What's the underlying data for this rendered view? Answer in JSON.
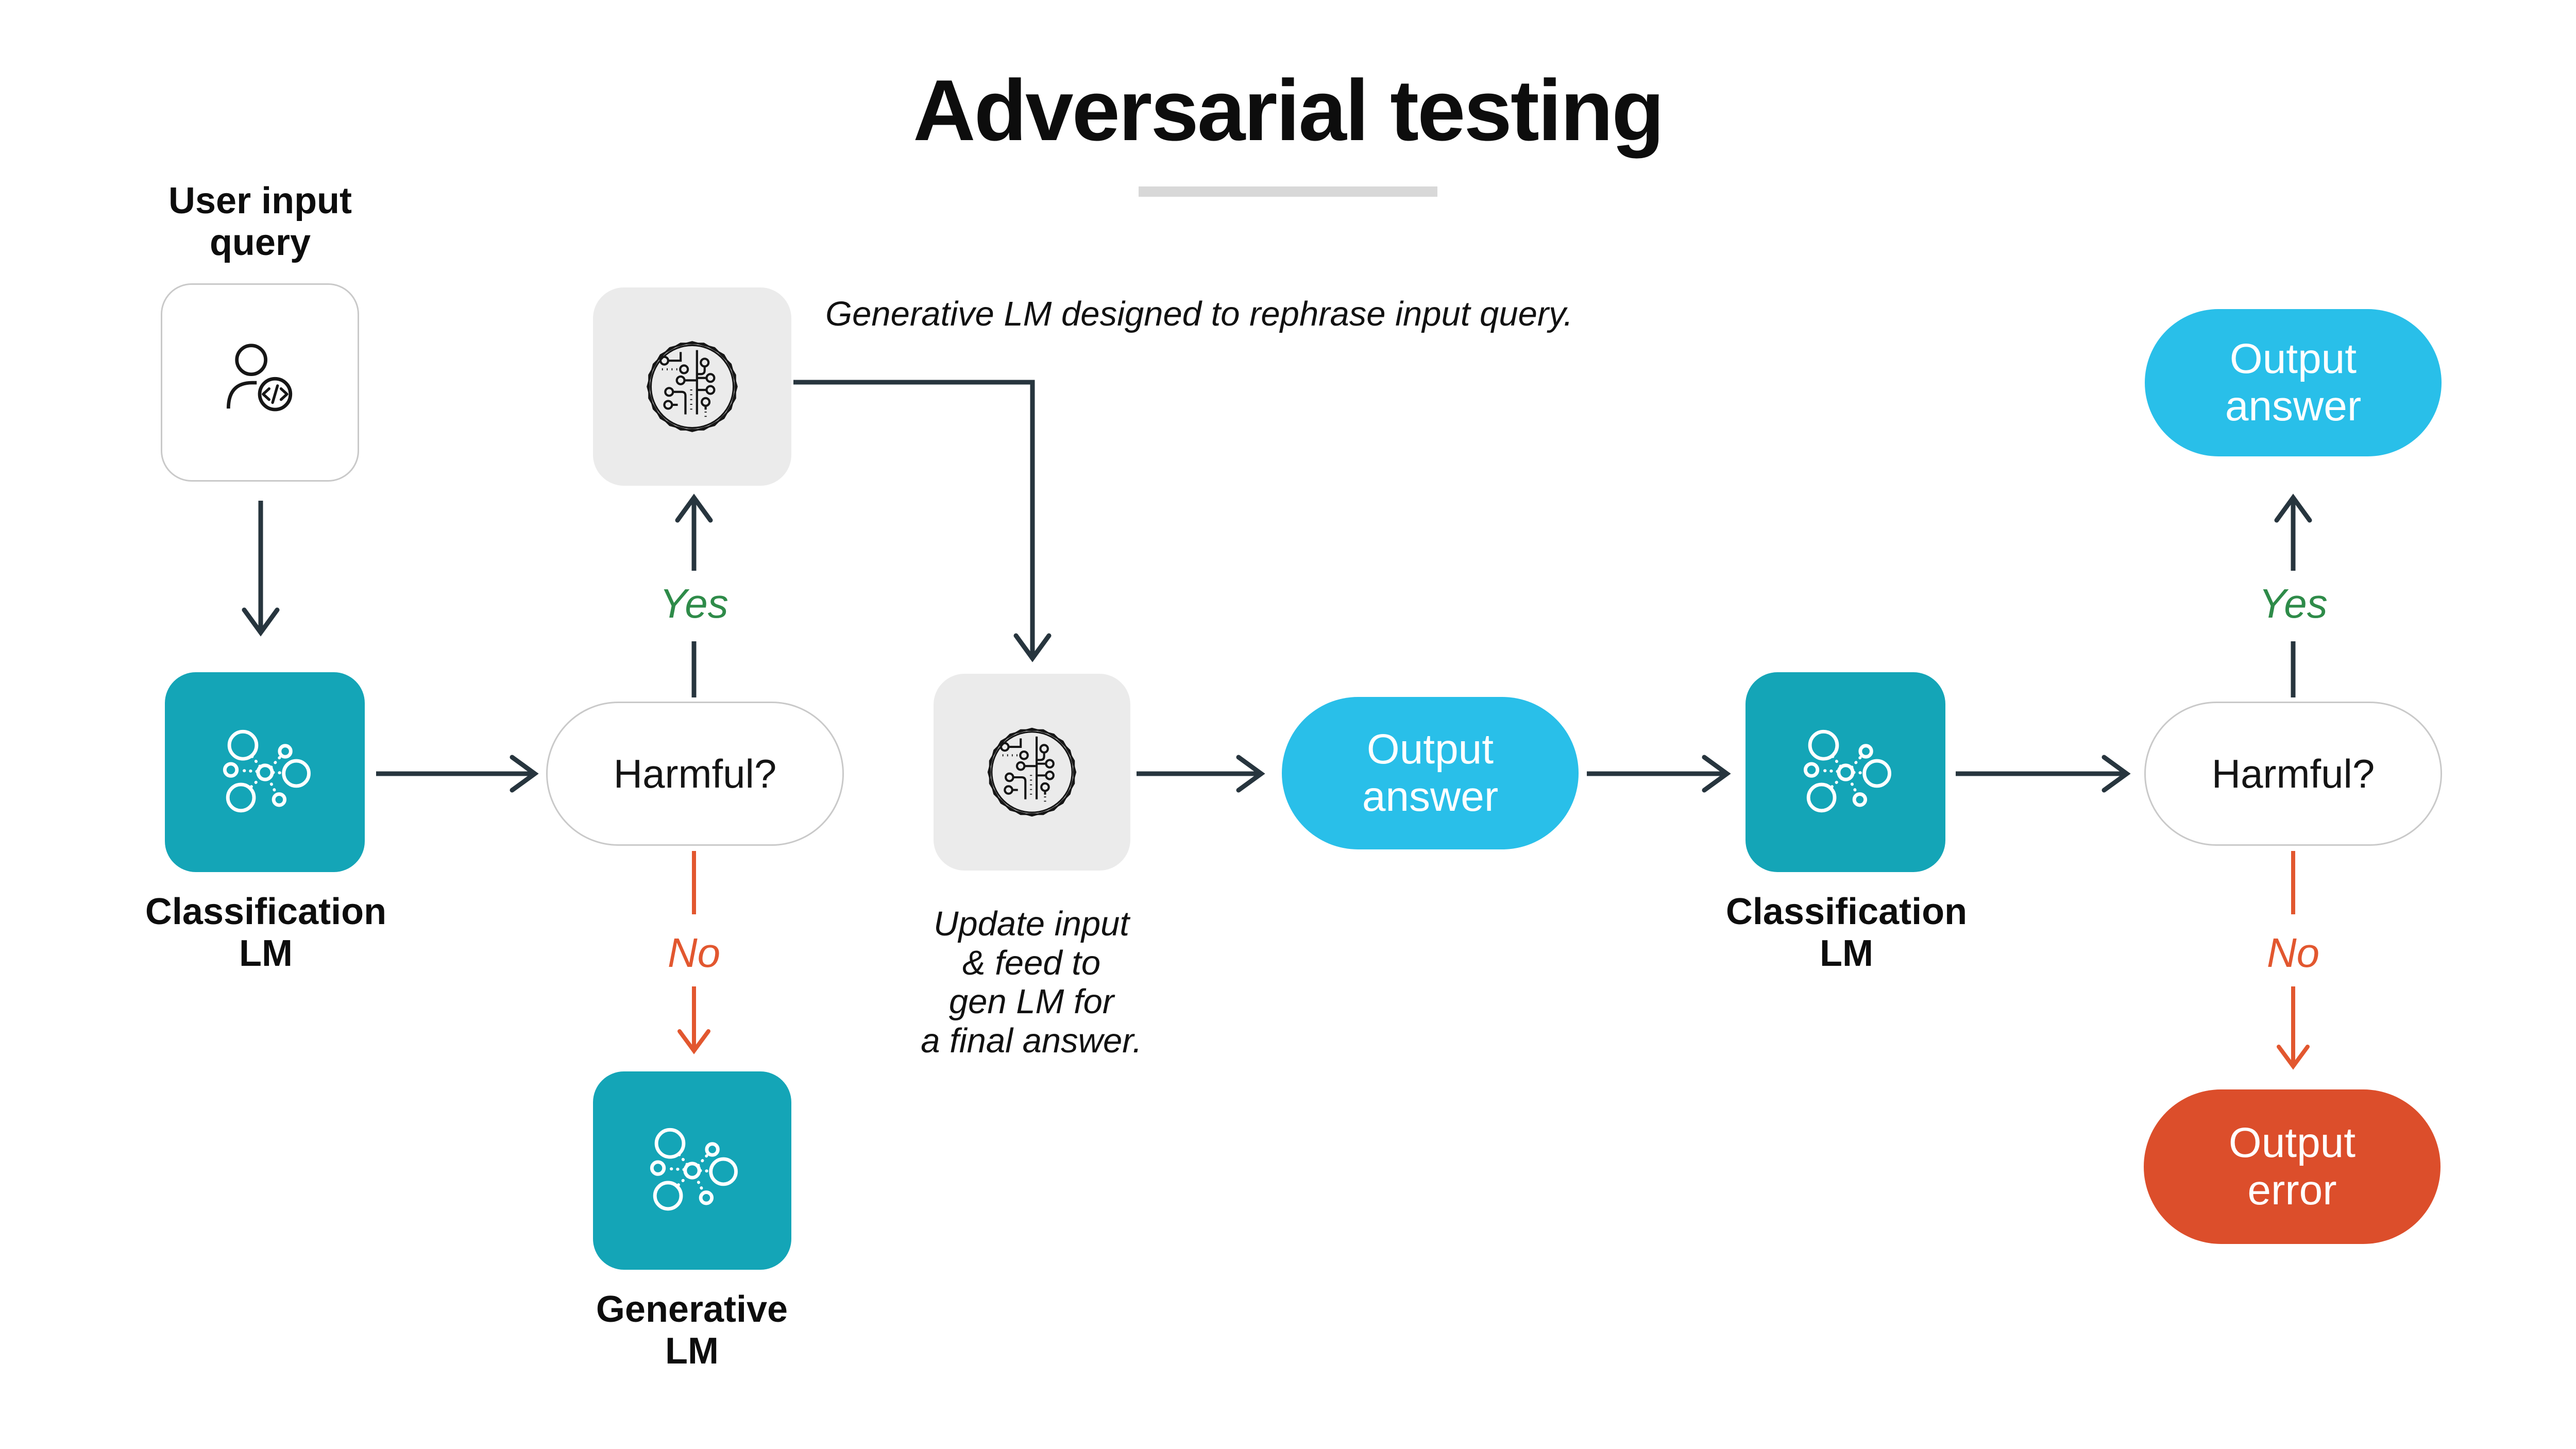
{
  "title": "Adversarial testing",
  "colors": {
    "teal": "#14A5B7",
    "cyan": "#29BFE9",
    "red_orange": "#DC4E2B",
    "orange": "#E2572F",
    "green": "#2E8B49",
    "arrow_dark": "#27353E",
    "gray_box": "#EBEBEB",
    "gray_border": "#C9C9C9",
    "divider": "#D8D8D8",
    "text": "#0D0D0D"
  },
  "nodes": {
    "user_query": {
      "line1": "User input",
      "line2": "query",
      "icon": "user-code-icon"
    },
    "classification_lm_1": {
      "line1": "Classification",
      "line2": "LM",
      "icon": "network-icon"
    },
    "harmful_1": {
      "label": "Harmful?"
    },
    "rephrase_lm": {
      "icon": "circuit-brain-icon",
      "annotation": "Generative LM designed to rephrase input query."
    },
    "generative_lm": {
      "line1": "Generative",
      "line2": "LM",
      "icon": "network-icon"
    },
    "final_answer_lm": {
      "icon": "circuit-brain-icon",
      "annotation_lines": [
        "Update input",
        "& feed to",
        "gen LM for",
        "a final answer."
      ]
    },
    "output_answer_mid": {
      "line1": "Output",
      "line2": "answer"
    },
    "classification_lm_2": {
      "line1": "Classification",
      "line2": "LM",
      "icon": "network-icon"
    },
    "harmful_2": {
      "label": "Harmful?"
    },
    "output_answer_final": {
      "line1": "Output",
      "line2": "answer"
    },
    "output_error": {
      "line1": "Output",
      "line2": "error"
    }
  },
  "edge_labels": {
    "yes_1": "Yes",
    "no_1": "No",
    "yes_2": "Yes",
    "no_2": "No"
  }
}
